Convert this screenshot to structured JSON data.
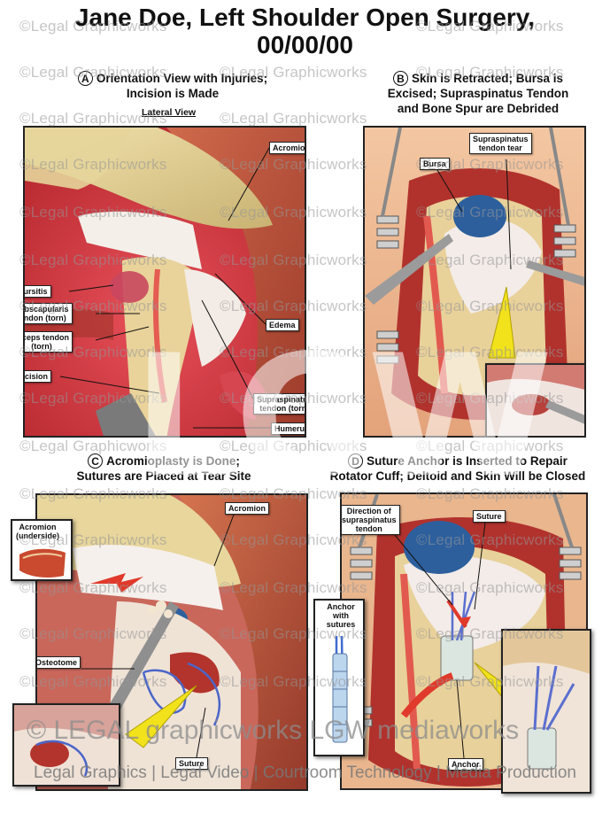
{
  "title_line1": "Jane Doe, Left Shoulder Open Surgery,",
  "title_line2": "00/00/00",
  "panels": {
    "a": {
      "letter": "A",
      "caption_line1": "Orientation View with Injuries;",
      "caption_line2": "Incision is Made",
      "subcaption": "Lateral View",
      "labels": {
        "acromion": "Acromion",
        "bursitis": "Bursitis",
        "subscapularis_1": "Subscapularis",
        "subscapularis_2": "tendon (torn)",
        "biceps_1": "Biceps tendon",
        "biceps_2": "(torn)",
        "incision": "Incision",
        "edema": "Edema",
        "supraspinatus_1": "Supraspinatus",
        "supraspinatus_2": "tendon (torn)",
        "humerus": "Humerus"
      }
    },
    "b": {
      "letter": "B",
      "caption_line1": "Skin is Retracted; Bursa is",
      "caption_line2": "Excised; Supraspinatus Tendon",
      "caption_line3": "and Bone Spur are Debrided",
      "labels": {
        "bursa": "Bursa",
        "tear_1": "Supraspinatus",
        "tear_2": "tendon tear"
      }
    },
    "c": {
      "letter": "C",
      "caption_line1": "Acromioplasty is Done;",
      "caption_line2": "Sutures are Placed at Tear Site",
      "labels": {
        "acromion": "Acromion",
        "acromion_under_1": "Acromion",
        "acromion_under_2": "(underside)",
        "osteotome": "Osteotome",
        "suture": "Suture"
      }
    },
    "d": {
      "letter": "D",
      "caption_line1": "Suture Anchor is Inserted to Repair",
      "caption_line2": "Rotator Cuff; Deltoid and Skin Will be Closed",
      "labels": {
        "direction_1": "Direction of",
        "direction_2": "supraspinatus",
        "direction_3": "tendon",
        "suture": "Suture",
        "anchor_sut_1": "Anchor",
        "anchor_sut_2": "with",
        "anchor_sut_3": "sutures",
        "anchor": "Anchor"
      }
    }
  },
  "watermark": "©Legal Graphicworks",
  "big_watermark": "LGW",
  "footer_logo": "© LEGAL graphicworks   LGW mediaworks",
  "footer_line": "Legal Graphics | Legal Video | Courtroom Technology | Media Production",
  "colors": {
    "muscle": "#c0392b",
    "bone": "#e8d79a",
    "tendon": "#f4eeee",
    "bursa_blue": "#2f5fa0",
    "pointer_yellow": "#f2e21c",
    "skin": "#e9b68e"
  }
}
